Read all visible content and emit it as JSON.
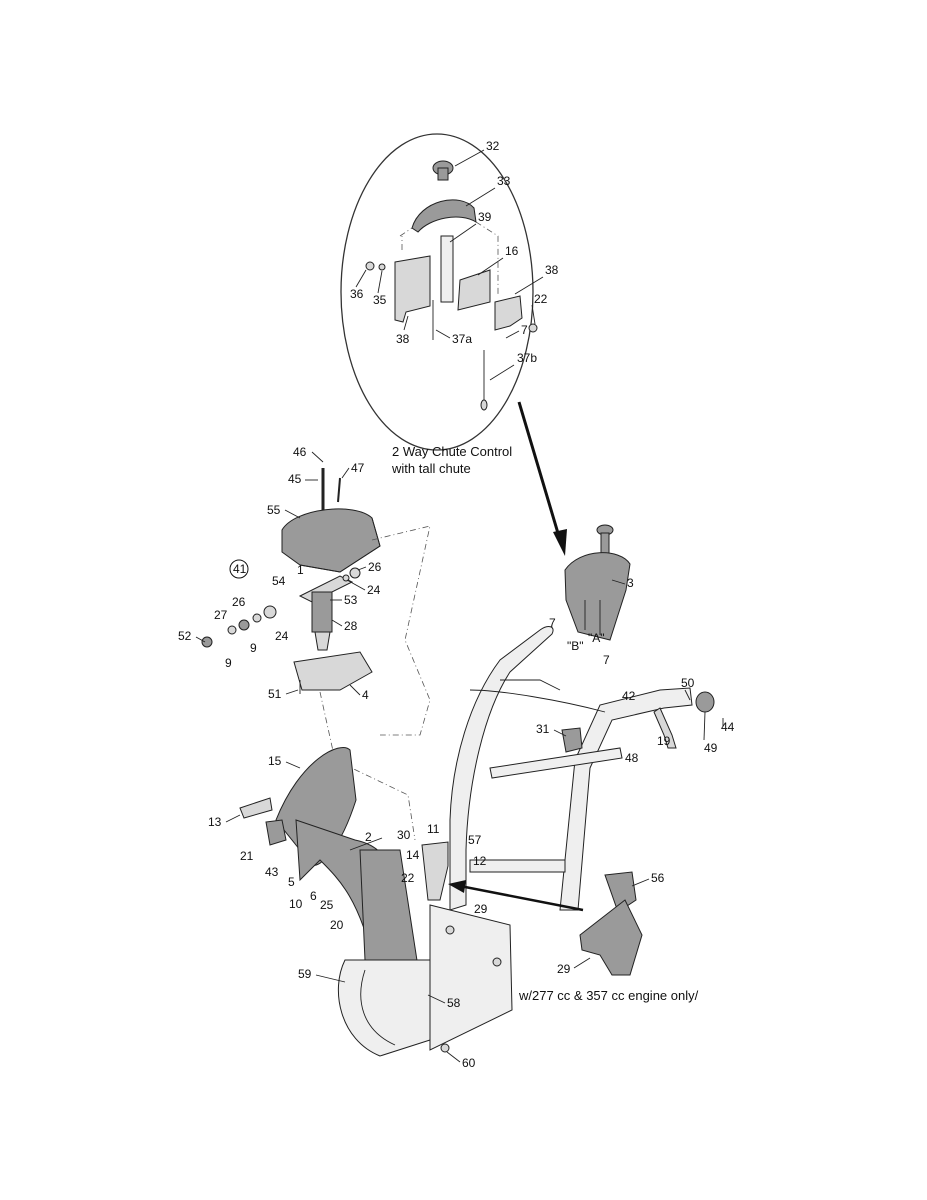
{
  "notes": {
    "chute_control_line1": "2 Way Chute Control",
    "chute_control_line2": "with tall chute",
    "engine_note": "w/277 cc & 357 cc engine only/"
  },
  "markers": {
    "cable_b": "\"B\"",
    "cable_a": "\"A\""
  },
  "labels": [
    "32",
    "33",
    "39",
    "16",
    "38",
    "22",
    "36",
    "35",
    "38",
    "37a",
    "7",
    "37b",
    "46",
    "45",
    "47",
    "55",
    "41",
    "1",
    "26",
    "24",
    "54",
    "53",
    "26",
    "27",
    "28",
    "24",
    "52",
    "9",
    "9",
    "4",
    "51",
    "7",
    "3",
    "7",
    "50",
    "42",
    "44",
    "31",
    "19",
    "48",
    "49",
    "15",
    "13",
    "21",
    "43",
    "2",
    "30",
    "11",
    "57",
    "14",
    "12",
    "22",
    "5",
    "10",
    "6",
    "25",
    "20",
    "29",
    "56",
    "29",
    "59",
    "58",
    "60"
  ]
}
